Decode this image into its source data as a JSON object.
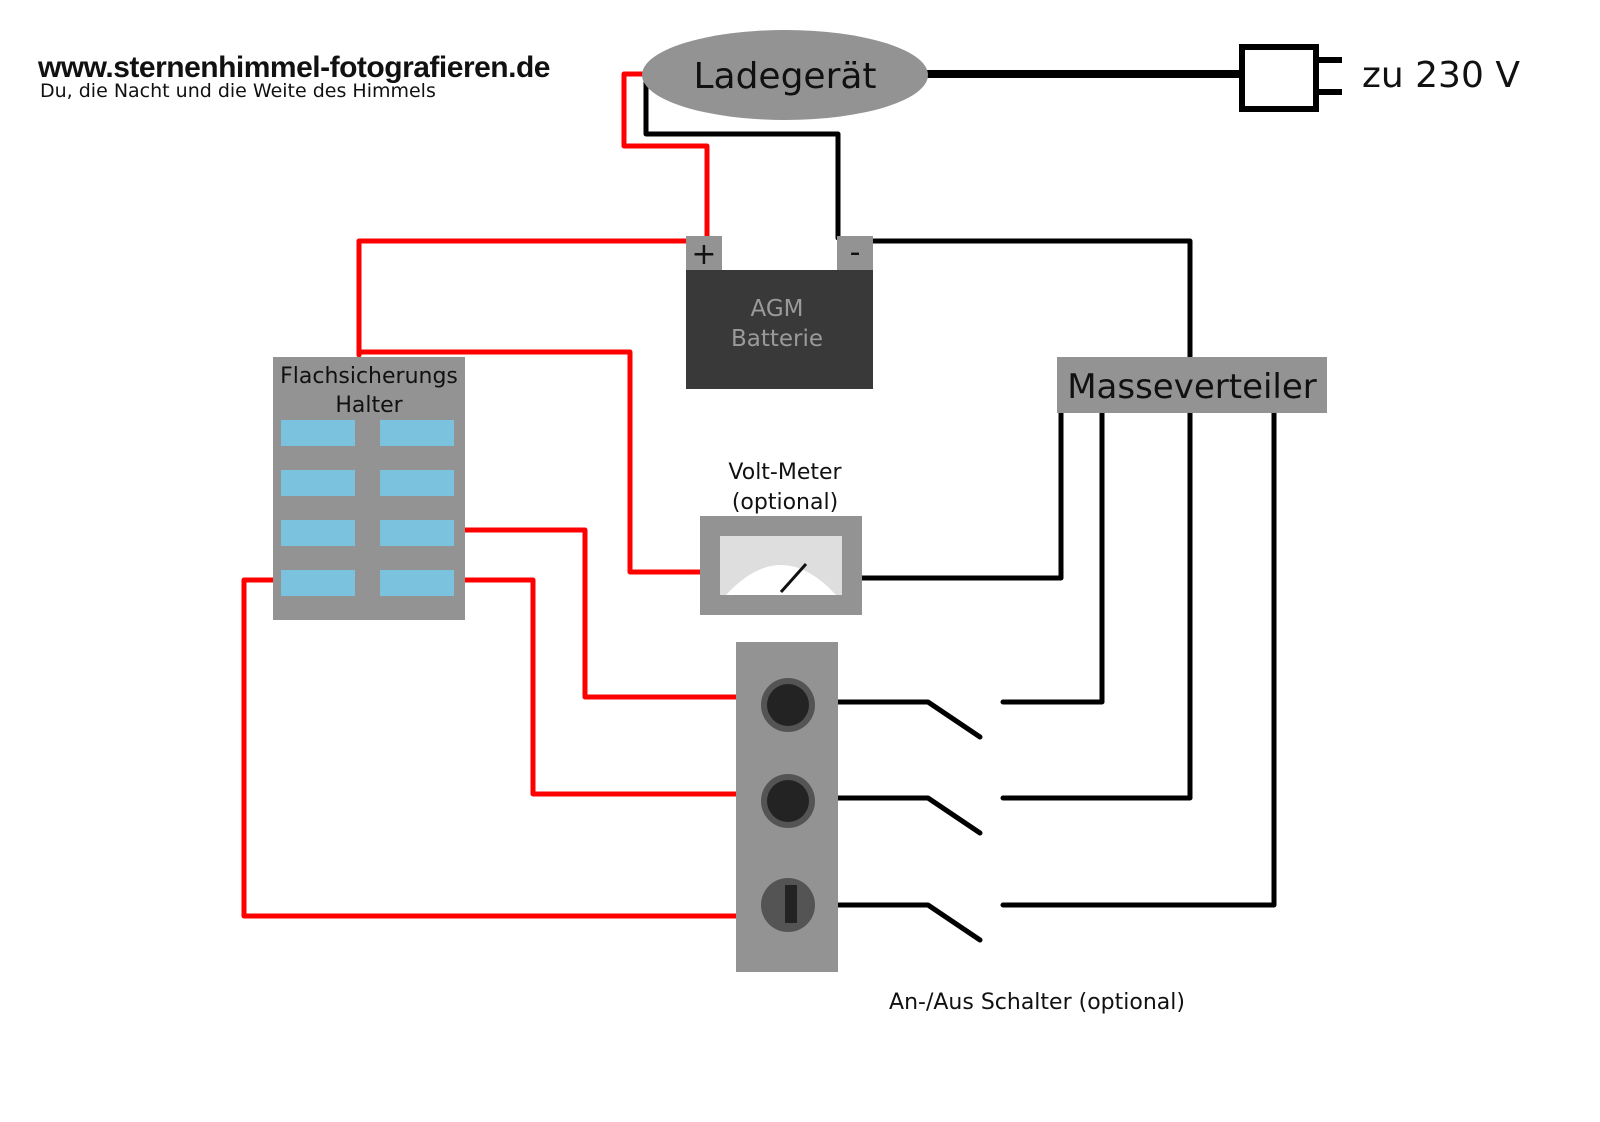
{
  "header": {
    "site_url": "www.sternenhimmel-fotografieren.de",
    "tagline": "Du, die Nacht und die Weite des Himmels"
  },
  "components": {
    "charger": {
      "label": "Ladegerät"
    },
    "mains": {
      "label": "zu 230 V"
    },
    "battery": {
      "label_line1": "AGM",
      "label_line2": "Batterie",
      "plus_label": "+",
      "minus_label": "-"
    },
    "fuse_holder": {
      "label_line1": "Flachsicherungs",
      "label_line2": "Halter",
      "fuse_count": 8
    },
    "voltmeter": {
      "label_line1": "Volt-Meter",
      "label_line2": "(optional)"
    },
    "ground_distributor": {
      "label": "Masseverteiler"
    },
    "switch_panel": {
      "outlets": [
        "socket",
        "socket",
        "barrel-jack"
      ],
      "switch_count": 3
    },
    "switch_caption": "An-/Aus Schalter (optional)"
  },
  "colors": {
    "positive_wire": "#ff0000",
    "negative_wire": "#000000",
    "component_gray": "#939393",
    "battery_body": "#393939",
    "battery_text": "#9a9a9a",
    "fuse_blue": "#7bc2df",
    "socket_dark": "#232323",
    "socket_ring": "#545454"
  }
}
